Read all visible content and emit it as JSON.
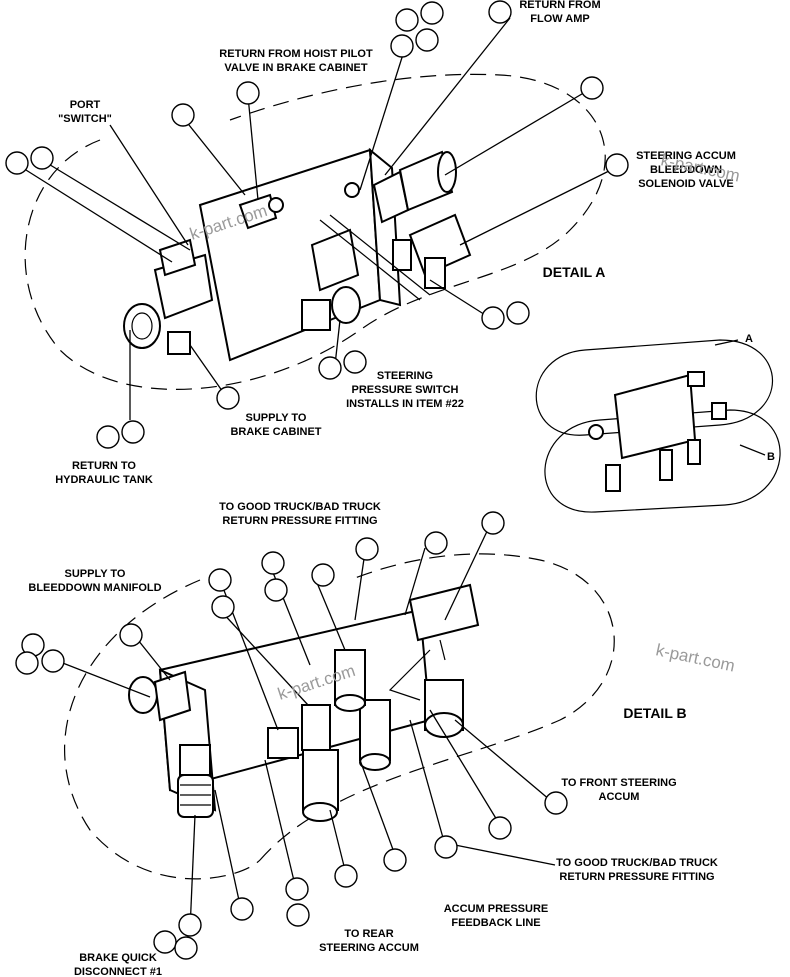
{
  "labels": {
    "return_flow_amp_1": "RETURN FROM",
    "return_flow_amp_2": "FLOW AMP",
    "return_hoist_1": "RETURN FROM HOIST PILOT",
    "return_hoist_2": "VALVE IN BRAKE CABINET",
    "port_switch_1": "PORT",
    "port_switch_2": "\"SWITCH\"",
    "bleeddown_solenoid_1": "STEERING ACCUM",
    "bleeddown_solenoid_2": "BLEEDDOWN",
    "bleeddown_solenoid_3": "SOLENOID VALVE",
    "detail_a": "DETAIL A",
    "steering_switch_1": "STEERING",
    "steering_switch_2": "PRESSURE SWITCH",
    "steering_switch_3": "INSTALLS IN ITEM #22",
    "supply_brake_1": "SUPPLY TO",
    "supply_brake_2": "BRAKE CABINET",
    "return_tank_1": "RETURN TO",
    "return_tank_2": "HYDRAULIC TANK",
    "good_truck_top_1": "TO GOOD TRUCK/BAD TRUCK",
    "good_truck_top_2": "RETURN PRESSURE FITTING",
    "supply_bleeddown_1": "SUPPLY TO",
    "supply_bleeddown_2": "BLEEDDOWN MANIFOLD",
    "detail_b": "DETAIL B",
    "front_accum_1": "TO FRONT STEERING",
    "front_accum_2": "ACCUM",
    "good_truck_bottom_1": "TO GOOD TRUCK/BAD TRUCK",
    "good_truck_bottom_2": "RETURN PRESSURE FITTING",
    "feedback_1": "ACCUM PRESSURE",
    "feedback_2": "FEEDBACK LINE",
    "rear_accum_1": "TO REAR",
    "rear_accum_2": "STEERING ACCUM",
    "brake_quick_1": "BRAKE QUICK",
    "brake_quick_2": "DISCONNECT #1",
    "overview_a": "A",
    "overview_b": "B"
  },
  "watermark": "k-part.com"
}
